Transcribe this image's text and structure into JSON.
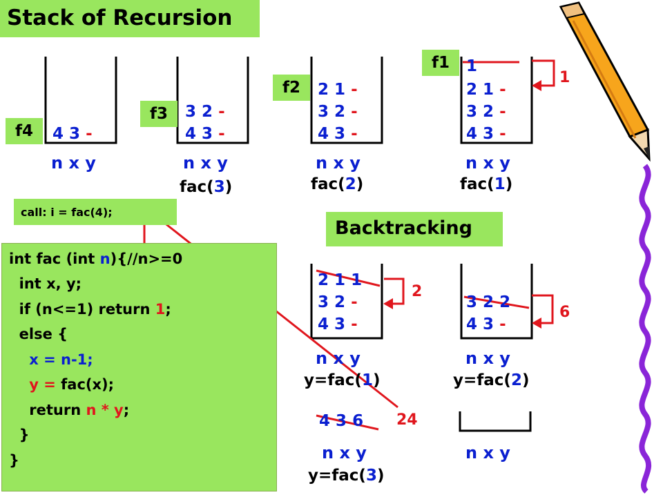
{
  "title": "Stack of Recursion",
  "backtracking_title": "Backtracking",
  "call_text": "call: i = fac(4);",
  "frames": [
    {
      "tag": "f4",
      "rows": [
        {
          "a": "4",
          "b": "3",
          "c": "-"
        }
      ],
      "label": "n x y",
      "sub": {
        "pre": "",
        "arg": "",
        "post": ""
      }
    },
    {
      "tag": "f3",
      "rows": [
        {
          "a": "3",
          "b": "2",
          "c": "-"
        },
        {
          "a": "4",
          "b": "3",
          "c": "-"
        }
      ],
      "label": "n x y",
      "sub": {
        "pre": "fac(",
        "arg": "3",
        "post": ")"
      }
    },
    {
      "tag": "f2",
      "rows": [
        {
          "a": "2",
          "b": "1",
          "c": "-"
        },
        {
          "a": "3",
          "b": "2",
          "c": "-"
        },
        {
          "a": "4",
          "b": "3",
          "c": "-"
        }
      ],
      "label": "n x y",
      "sub": {
        "pre": "fac(",
        "arg": "2",
        "post": ")"
      }
    },
    {
      "tag": "f1",
      "rows": [
        {
          "a": "1",
          "b": "",
          "c": ""
        },
        {
          "a": "2",
          "b": "1",
          "c": "-"
        },
        {
          "a": "3",
          "b": "2",
          "c": "-"
        },
        {
          "a": "4",
          "b": "3",
          "c": "-"
        }
      ],
      "label": "n x y",
      "sub": {
        "pre": "fac(",
        "arg": "1",
        "post": ")"
      },
      "return_value": "1"
    }
  ],
  "back_frames": [
    {
      "rows": [
        {
          "a": "2",
          "b": "1",
          "c": "1"
        },
        {
          "a": "3",
          "b": "2",
          "c": "-"
        },
        {
          "a": "4",
          "b": "3",
          "c": "-"
        }
      ],
      "label": "n x y",
      "sub": {
        "pre": "y=fac(",
        "arg": "1",
        "post": ")"
      },
      "return_value": "2"
    },
    {
      "rows": [
        {
          "a": "3",
          "b": "2",
          "c": "2"
        },
        {
          "a": "4",
          "b": "3",
          "c": "-"
        }
      ],
      "label": "n x y",
      "sub": {
        "pre": "y=fac(",
        "arg": "2",
        "post": ")"
      },
      "return_value": "6"
    },
    {
      "rows": [
        {
          "a": "4",
          "b": "3",
          "c": "6"
        }
      ],
      "label": "n x y",
      "sub": {
        "pre": "y=fac(",
        "arg": "3",
        "post": ")"
      },
      "return_value": "24"
    },
    {
      "rows": [],
      "label": "n x y"
    }
  ],
  "code": {
    "l1_pre": "int fac (int ",
    "l1_n": "n",
    "l1_post": "){//n>=0",
    "l2": "  int x, y;",
    "l3_pre": "  if (n<=1) return ",
    "l3_one": "1",
    "l3_post": ";",
    "l4": "  else {",
    "l5": "    x = n-1;",
    "l6_pre": "    y = ",
    "l6_post": "fac(x);",
    "l7_pre": "    return ",
    "l7_n": "n",
    "l7_star": " * y",
    "l7_post": ";",
    "l8": "  }",
    "l9": "}"
  },
  "colors": {
    "tag_green": "#99e65e",
    "blue": "#0a1fd0",
    "red": "#e0161d"
  }
}
